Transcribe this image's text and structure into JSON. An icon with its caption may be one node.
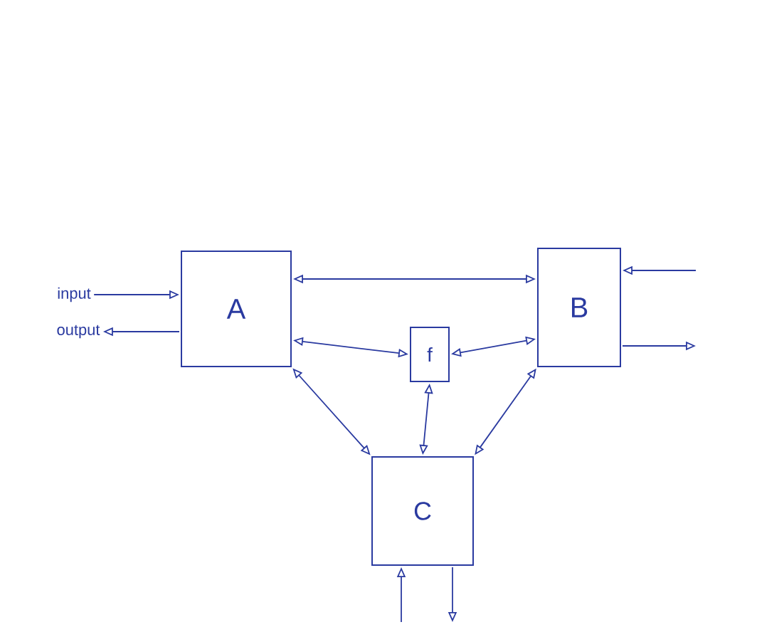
{
  "diagram": {
    "nodes": [
      {
        "text": [
          "A"
        ]
      },
      {
        "text": [
          "B"
        ]
      },
      {
        "text": [
          "f"
        ]
      },
      {
        "text": [
          "C"
        ]
      },
      {
        "text": [
          "input"
        ]
      },
      {
        "text": [
          "output"
        ]
      }
    ],
    "edges": [
      {
        "from": 4,
        "to": 0,
        "arrow": "to"
      },
      {
        "from": 0,
        "to": 5,
        "arrow": "to"
      },
      {
        "from": 0,
        "to": 1,
        "arrow": "both"
      },
      {
        "from": 0,
        "to": 2,
        "arrow": "both"
      },
      {
        "from": 2,
        "to": 1,
        "arrow": "both"
      },
      {
        "from": 0,
        "to": 3,
        "arrow": "both"
      },
      {
        "from": 2,
        "to": 3,
        "arrow": "both"
      },
      {
        "from": 1,
        "to": 3,
        "arrow": "both"
      },
      {
        "from": null,
        "to": 1,
        "arrow": "to"
      },
      {
        "from": 1,
        "to": null,
        "arrow": "to"
      },
      {
        "from": null,
        "to": 3,
        "arrow": "to"
      },
      {
        "from": 3,
        "to": null,
        "arrow": "to"
      }
    ]
  }
}
